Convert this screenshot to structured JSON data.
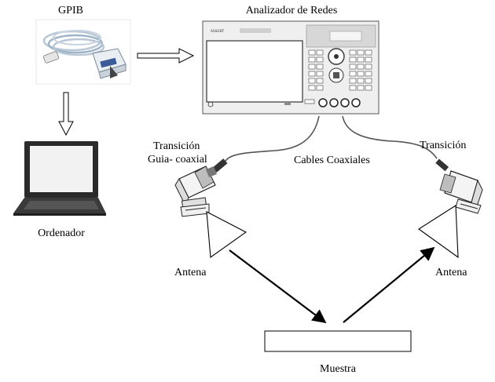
{
  "labels": {
    "gpib": "GPIB",
    "network_analyzer": "Analizador de Redes",
    "computer": "Ordenador",
    "transition_left_line1": "Transición",
    "transition_left_line2": "Guia- coaxial",
    "coax_cables": "Cables Coaxiales",
    "transition_right": "Transición",
    "antenna_left": "Antena",
    "antenna_right": "Antena",
    "sample": "Muestra"
  },
  "colors": {
    "line": "#000000",
    "analyzer_body": "#e8e8e8",
    "cable_blue": "#5b7fa6"
  }
}
